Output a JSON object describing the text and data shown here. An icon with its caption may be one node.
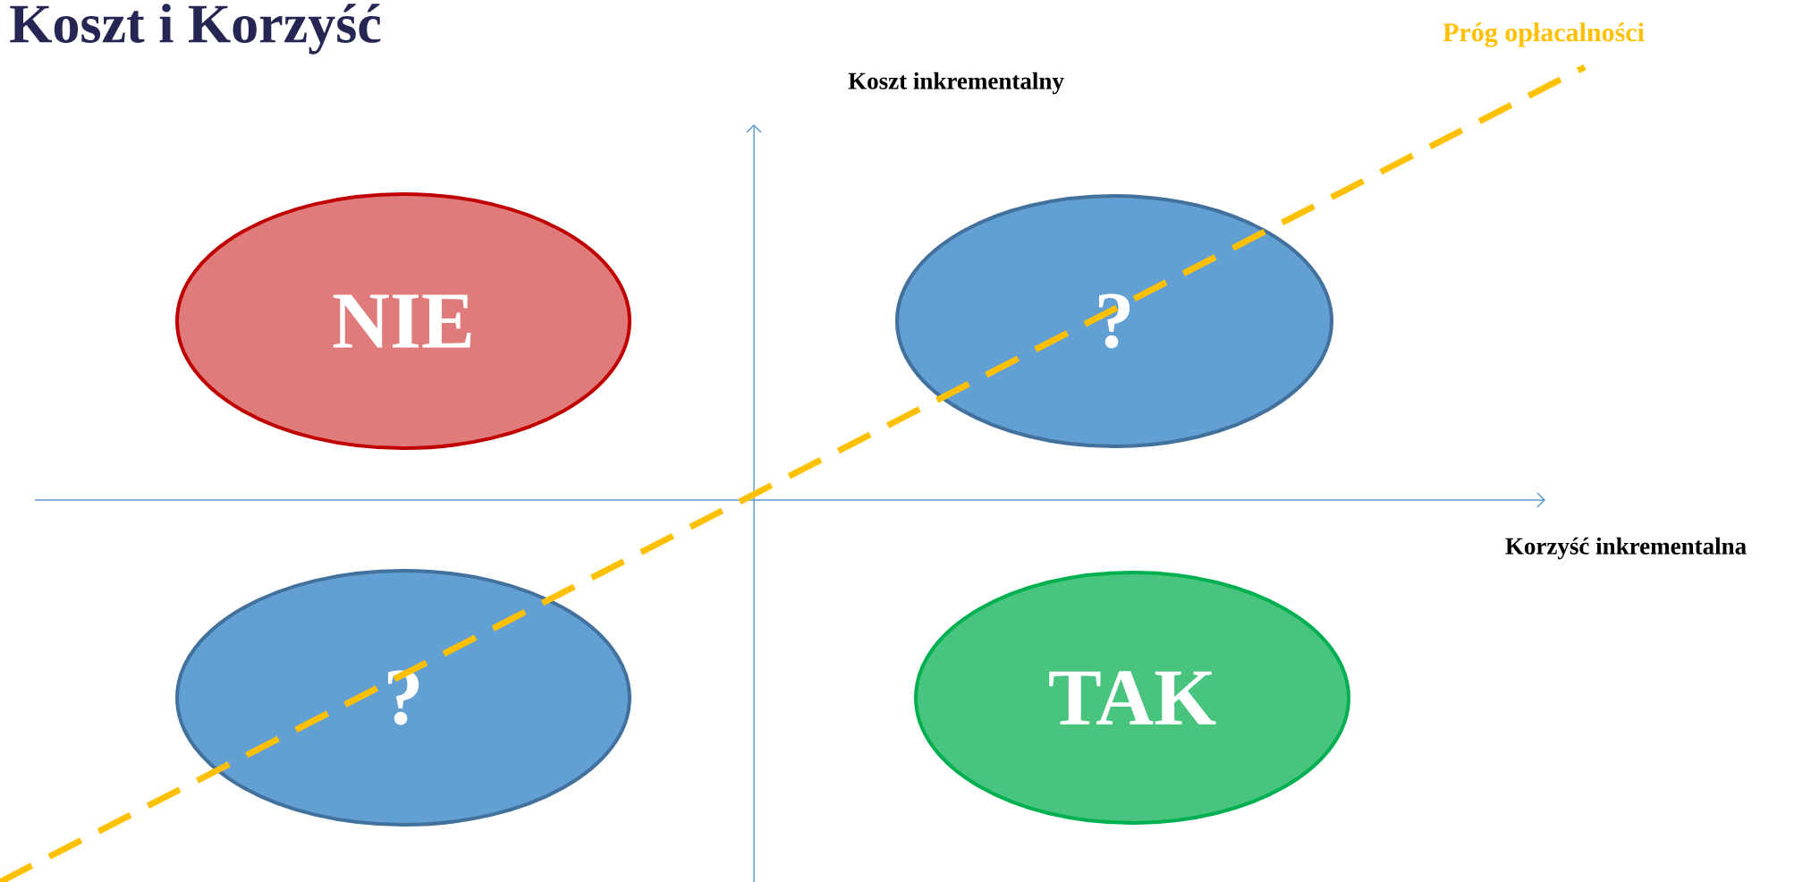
{
  "diagram": {
    "title": "Koszt i Korzyść",
    "nodes": [
      {
        "text": [
          "NIE"
        ]
      },
      {
        "text": [
          "?"
        ]
      },
      {
        "text": [
          "?"
        ]
      },
      {
        "text": [
          "TAK"
        ]
      }
    ],
    "labels": [
      "Próg opłacalności",
      "Koszt inkrementalny",
      "Korzyść inkrementalna"
    ]
  }
}
